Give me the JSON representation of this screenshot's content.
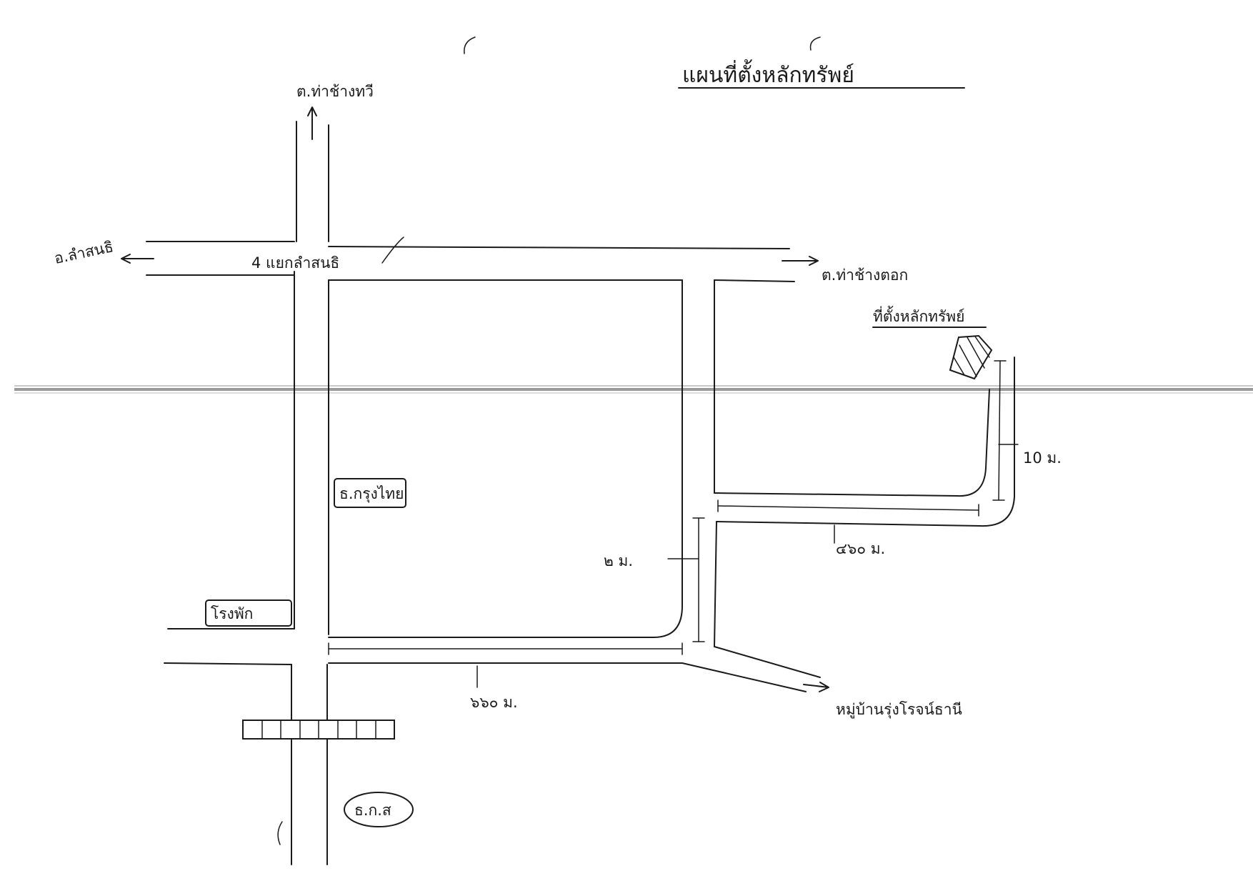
{
  "title": "แผนที่ตั้งหลักทรัพย์",
  "labels": {
    "north_road": "ต.ท่าช้างทวี",
    "west_road": "อ.ลำสนธิ",
    "east_road": "ต.ท่าช้างตอก",
    "intersection": "4 แยกลำสนธิ",
    "property": "ที่ตั้งหลักทรัพย์",
    "bank_krungthai": "ธ.กรุงไทย",
    "police_station": "โรงพัก",
    "baac": "ธ.ก.ส",
    "village": "หมู่บ้านรุ่งโรจน์ธานี"
  },
  "distances": {
    "bottom_road": "๖๖๐ ม.",
    "middle_side": "๒ ม.",
    "upper_branch": "๔๖๐ ม.",
    "property_side": "10 ม."
  },
  "colors": {
    "ink": "#1a1a1a",
    "paper": "#ffffff",
    "scan_line": "#9a9a9a"
  }
}
